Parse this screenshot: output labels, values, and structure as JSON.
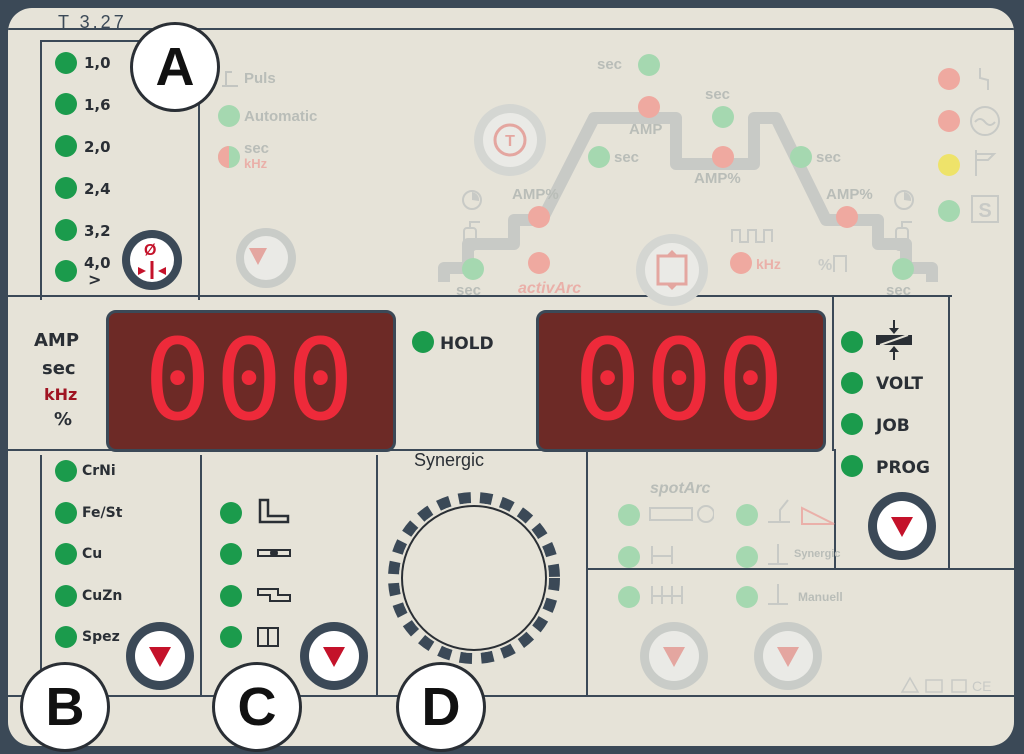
{
  "badges": {
    "a": "A",
    "b": "B",
    "c": "C",
    "d": "D"
  },
  "model_label": "T 3.27",
  "diameter_leds": [
    "1,0",
    "1,6",
    "2,0",
    "2,4",
    "3,2",
    "4,0"
  ],
  "diameter_gt": ">",
  "diameter_symbol": "Ø",
  "top_options": {
    "puls": "Puls",
    "automatic": "Automatic",
    "sec": "sec",
    "khz": "kHz"
  },
  "process_curve": {
    "sec_top": "sec",
    "sec_mid": "sec",
    "amp": "AMP",
    "sec_left": "sec",
    "amp_pct_mid": "AMP%",
    "sec_right": "sec",
    "amp_pct_left": "AMP%",
    "amp_pct_right": "AMP%",
    "sec_bottom_left": "sec",
    "active_arc": "activArc",
    "khz": "kHz",
    "sec_bottom_right": "sec"
  },
  "display_units": {
    "amp": "AMP",
    "sec": "sec",
    "khz": "kHz",
    "percent": "%"
  },
  "left_display": {
    "value": "000"
  },
  "hold_label": "HOLD",
  "right_display": {
    "value": "000"
  },
  "right_options": {
    "volt": "VOLT",
    "job": "JOB",
    "prog": "PROG"
  },
  "materials": [
    "CrNi",
    "Fe/St",
    "Cu",
    "CuZn",
    "Spez"
  ],
  "synergic_title": "Synergic",
  "spot_section": {
    "spot_arc": "spotArc",
    "synergic": "Synergic",
    "manuell": "Manuell"
  },
  "colors": {
    "led_on": "#1b9b4c",
    "display_bg": "#6d2a26",
    "digit_red": "#ee2a3a",
    "panel": "#e6e3d8",
    "frame": "#3b4957"
  },
  "icons": [
    "gas-preflow-icon",
    "gas-postflow-icon",
    "tig-icon",
    "cycle-icon",
    "pulse-wave-icon",
    "thickness-icon",
    "fillet-weld-icon",
    "butt-weld-icon",
    "lap-weld-icon",
    "corner-weld-icon",
    "sheet-thickness-icon",
    "knob-icon"
  ]
}
